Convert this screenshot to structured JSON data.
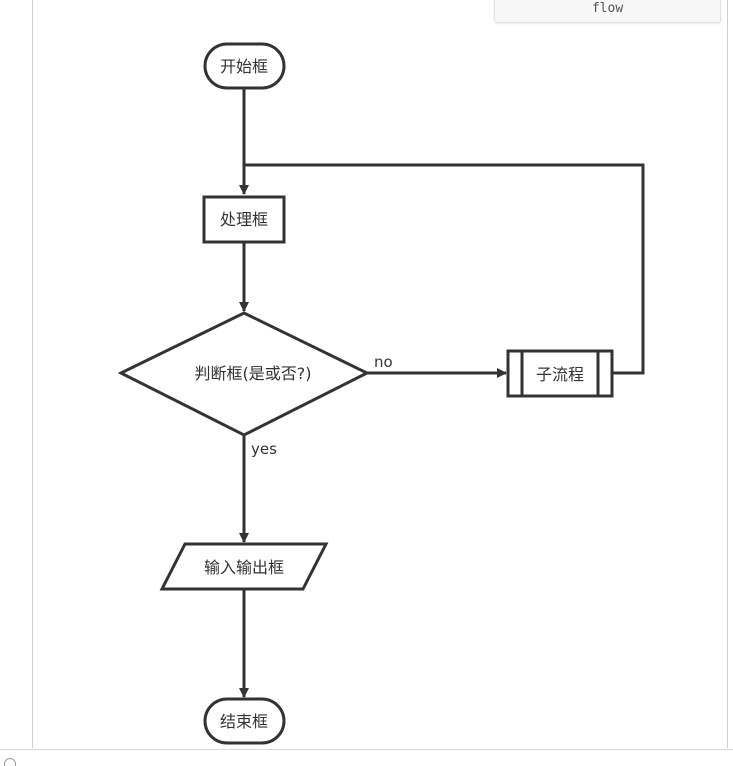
{
  "code_block": {
    "language_label": "flow"
  },
  "flowchart": {
    "start_label": "开始框",
    "process_label": "处理框",
    "decision_label": "判断框(是或否?)",
    "subroutine_label": "子流程",
    "io_label": "输入输出框",
    "end_label": "结束框",
    "edge_no_label": "no",
    "edge_yes_label": "yes"
  },
  "status_bar": {
    "left_text": "",
    "right_text": ""
  },
  "colors": {
    "stroke": "#333333",
    "background": "#ffffff"
  }
}
